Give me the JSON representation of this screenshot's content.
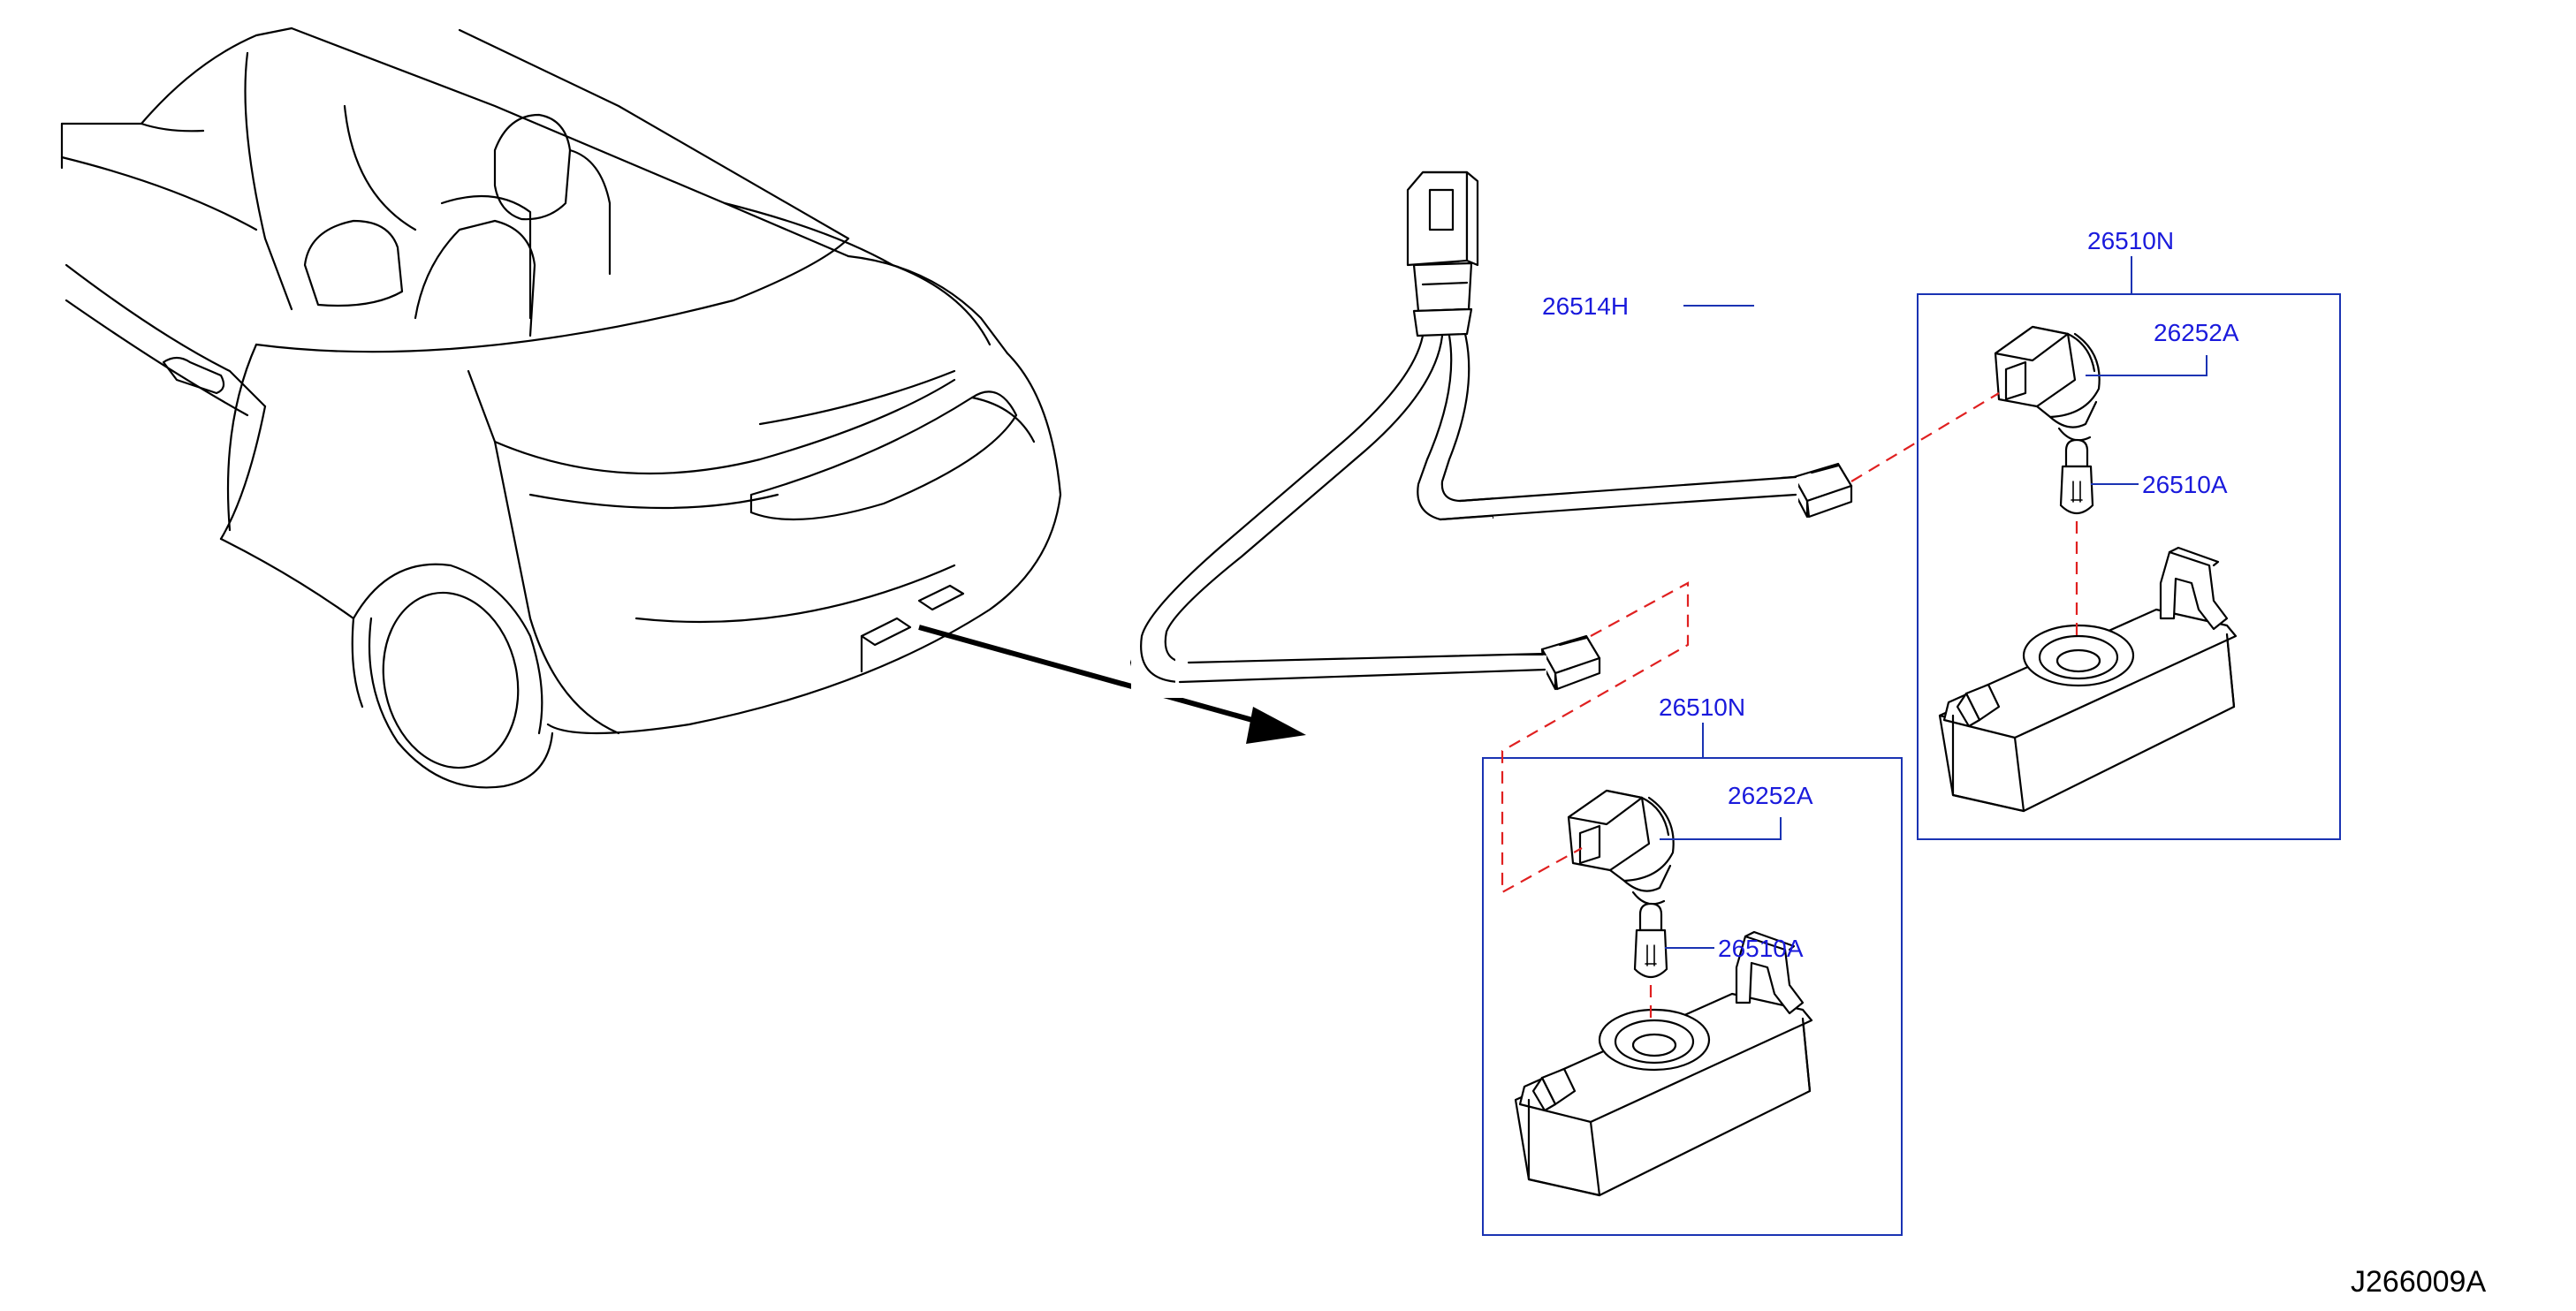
{
  "diagram_code": "J266009A",
  "colors": {
    "callout_text": "#1a1adc",
    "leader_line": "#1a33b3",
    "dashed_guide": "#e02020",
    "drawing": "#000000",
    "background": "#ffffff"
  },
  "callouts": {
    "harness": "26514H",
    "upper_lamp_assembly": "26510N",
    "upper_socket": "26252A",
    "upper_bulb": "26510A",
    "lower_lamp_assembly": "26510N",
    "lower_socket": "26252A",
    "lower_bulb": "26510A"
  }
}
